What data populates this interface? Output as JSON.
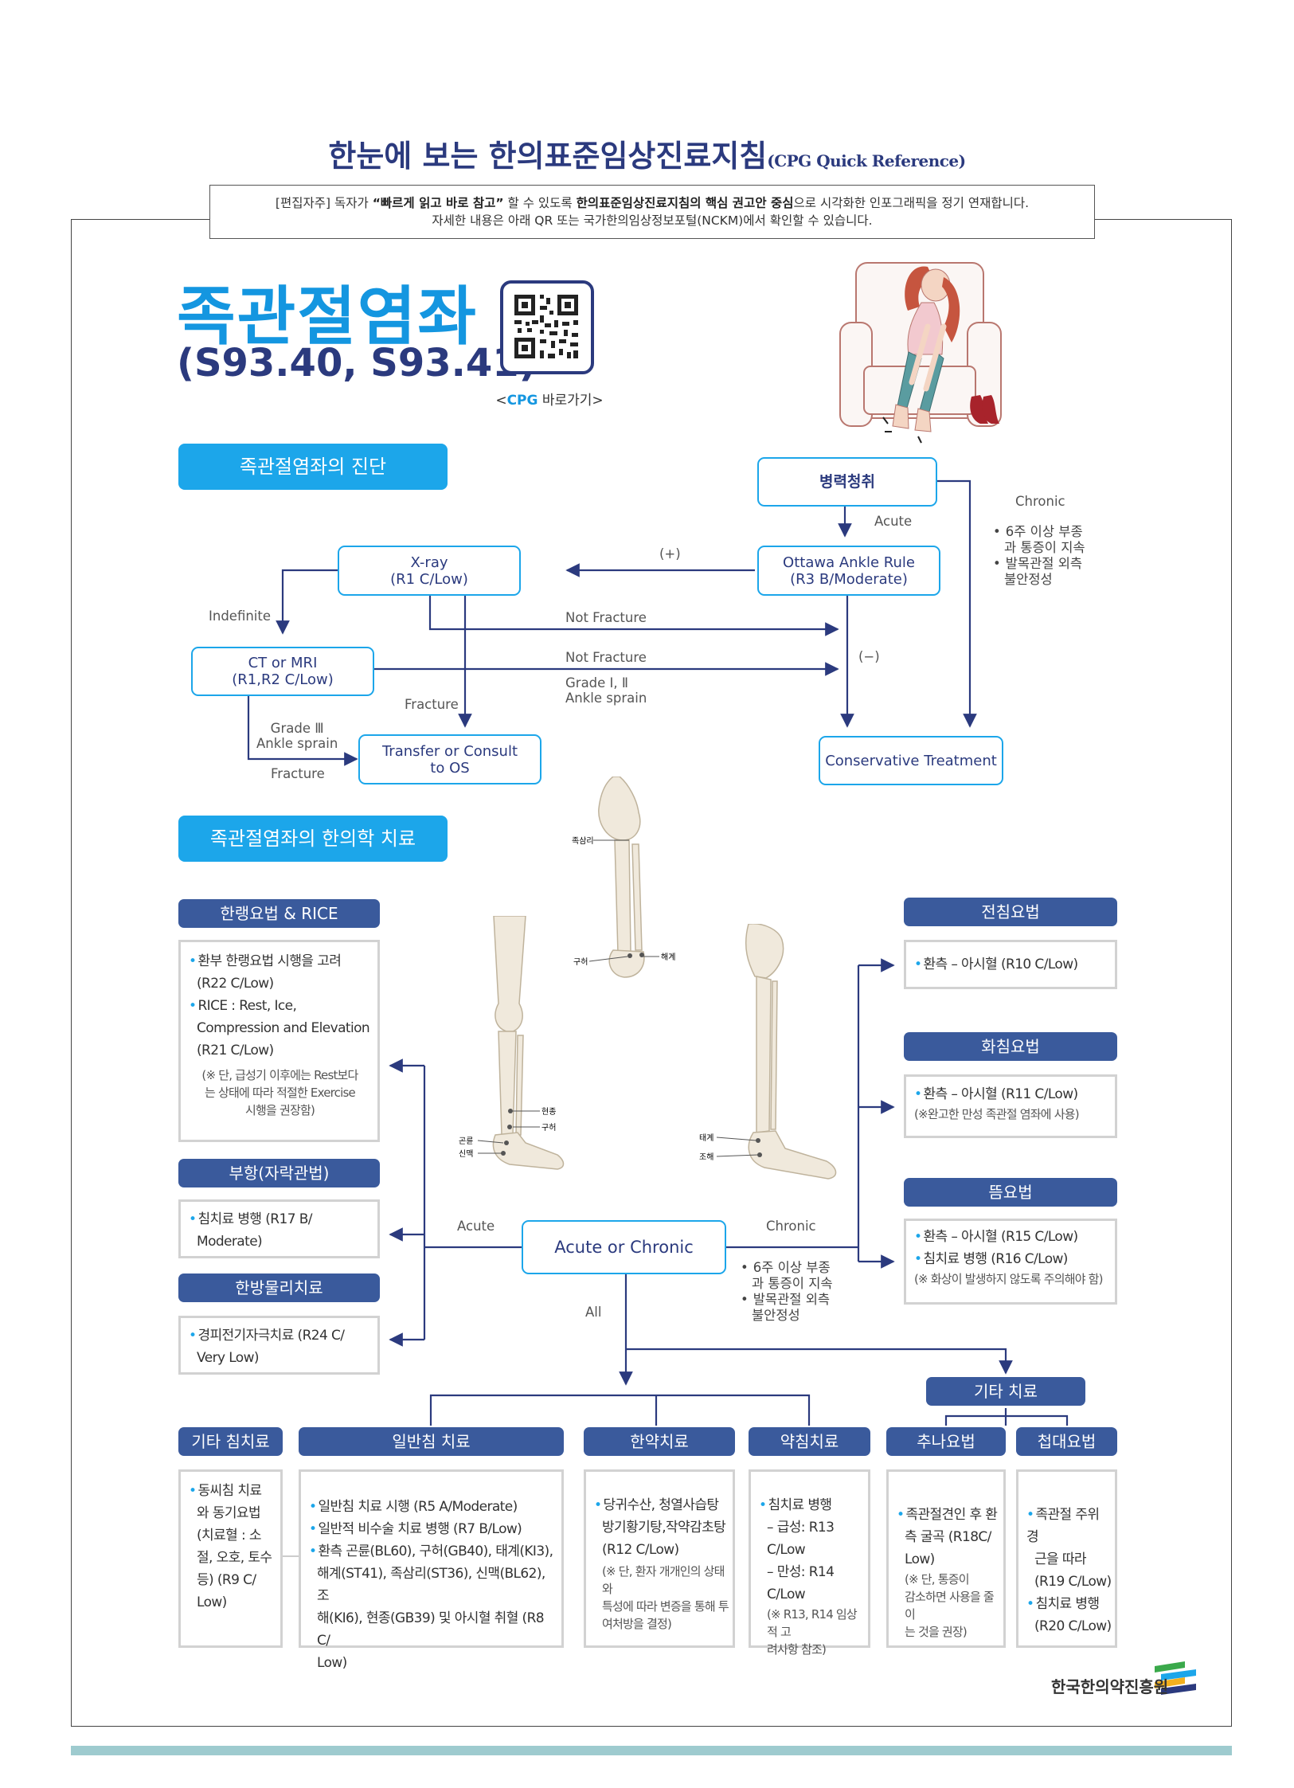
{
  "header": {
    "title": "한눈에 보는 한의표준임상진료지침",
    "title_sub": "(CPG Quick Reference)",
    "editor_pre": "[편집자주] 독자가 ",
    "editor_b1": "“빠르게 읽고 바로 참고”",
    "editor_mid": " 할 수 있도록 ",
    "editor_b2": "한의표준임상진료지침의 핵심 권고안 중심",
    "editor_post": "으로 시각화한 인포그래픽을 정기 연재합니다.",
    "editor_line2": "자세한 내용은 아래 QR 또는 국가한의임상정보포털(NCKM)에서 확인할 수 있습니다."
  },
  "topic": {
    "title": "족관절염좌",
    "codes": "(S93.40, S93.41)",
    "qr_caption_pre": "<",
    "qr_caption_b": "CPG",
    "qr_caption_post": " 바로가기>"
  },
  "diagnosis": {
    "section_label": "족관절염좌의 진단",
    "history": "병력청취",
    "ottawa": [
      "Ottawa Ankle Rule",
      "(R3 B/Moderate)"
    ],
    "xray": [
      "X-ray",
      "(R1 C/Low)"
    ],
    "ctmri": [
      "CT or MRI",
      "(R1,R2 C/Low)"
    ],
    "transfer": [
      "Transfer or Consult",
      "to OS"
    ],
    "conservative": "Conservative Treatment",
    "labels": {
      "acute": "Acute",
      "chronic": "Chronic",
      "plus": "(+)",
      "minus": "(−)",
      "indefinite": "Indefinite",
      "not_fracture_1": "Not Fracture",
      "not_fracture_2": "Not Fracture",
      "fracture_1": "Fracture",
      "fracture_2": "Fracture",
      "grade12": [
        "Grade Ⅰ, Ⅱ",
        "Ankle sprain"
      ],
      "grade3": [
        "Grade Ⅲ",
        "Ankle sprain"
      ]
    },
    "chronic_bullets": [
      "6주 이상 부종",
      "과 통증이 지속",
      "발목관절 외측",
      "불안정성"
    ]
  },
  "treatment": {
    "section_label": "족관절염좌의 한의학 치료",
    "center": "Acute or Chronic",
    "labels": {
      "acute": "Acute",
      "chronic": "Chronic",
      "all": "All"
    },
    "chronic_bullets": [
      "6주 이상 부종",
      "과 통증이 지속",
      "발목관절 외측",
      "불안정성"
    ],
    "rice": {
      "title": "한랭요법 & RICE",
      "items": [
        "환부 한랭요법 시행을 고려",
        "(R22 C/Low)",
        "RICE : Rest, Ice,",
        "Compression and Elevation",
        "(R21 C/Low)"
      ],
      "note": [
        "(※ 단, 급성기 이후에는 Rest보다",
        "는 상태에 따라 적절한 Exercise",
        "시행을 권장함)"
      ]
    },
    "cupping": {
      "title": "부항(자락관법)",
      "items": [
        "침치료 병행 (R17 B/",
        "Moderate)"
      ]
    },
    "physio": {
      "title": "한방물리치료",
      "items": [
        "경피전기자극치료 (R24 C/",
        "Very Low)"
      ]
    },
    "electro": {
      "title": "전침요법",
      "items": [
        "환측 – 아시혈 (R10 C/Low)"
      ]
    },
    "fireneedle": {
      "title": "화침요법",
      "items": [
        "환측 – 아시혈 (R11 C/Low)"
      ],
      "note": "(※완고한 만성 족관절 염좌에 사용)"
    },
    "moxa": {
      "title": "뜸요법",
      "items": [
        "환측 – 아시혈 (R15 C/Low)",
        "침치료 병행 (R16 C/Low)"
      ],
      "note": "(※ 화상이 발생하지 않도록 주의해야 함)"
    },
    "other_tx": {
      "title": "기타 치료"
    },
    "other_acu": {
      "title": "기타 침치료",
      "items": [
        "동씨침 치료",
        "와 동기요법",
        "(치료혈 : 소",
        "절, 오호, 토수",
        "등) (R9 C/",
        "Low)"
      ]
    },
    "general_acu": {
      "title": "일반침 치료",
      "items": [
        "일반침 치료 시행 (R5 A/Moderate)",
        "일반적 비수술 치료 병행 (R7 B/Low)",
        "환측 곤륜(BL60), 구허(GB40), 태계(KI3),",
        "해계(ST41), 족삼리(ST36), 신맥(BL62), 조",
        "해(KI6), 현종(GB39) 및 아시혈 취혈 (R8 C/",
        "Low)"
      ]
    },
    "herbal": {
      "title": "한약치료",
      "items": [
        "당귀수산, 청열사습탕",
        "방기황기탕,작약감초탕",
        "(R12 C/Low)"
      ],
      "note": [
        "(※ 단, 환자 개개인의 상태와",
        "특성에 따라 변증을 통해 투",
        "여처방을 결정)"
      ]
    },
    "pharma": {
      "title": "약침치료",
      "items": [
        "침치료 병행",
        "– 급성: R13 C/Low",
        "– 만성: R14 C/Low"
      ],
      "note": [
        "(※ R13, R14 임상적 고",
        "려사항 참조)"
      ]
    },
    "chuna": {
      "title": "추나요법",
      "items": [
        "족관절견인 후 환",
        "측 굴곡 (R18C/",
        "Low)"
      ],
      "note": [
        "(※ 단, 통증이",
        "감소하면 사용을 줄이",
        "는 것을 권장)"
      ]
    },
    "taping": {
      "title": "첩대요법",
      "items": [
        "족관절 주위 경",
        "근을 따라",
        "(R19 C/Low)",
        "침치료 병행",
        "(R20 C/Low)"
      ]
    }
  },
  "anatomy": {
    "leg1": [
      "족삼리",
      "구허",
      "해계"
    ],
    "leg2": [
      "현종",
      "곤륜",
      "구허",
      "신맥"
    ],
    "leg3": [
      "태계",
      "조해"
    ]
  },
  "footer": {
    "org": "한국한의약진흥원"
  },
  "colors": {
    "navy": "#2b3a7e",
    "blue": "#1ca6ea",
    "pill": "#3a5a9c",
    "bar": "#9ecbcf"
  }
}
